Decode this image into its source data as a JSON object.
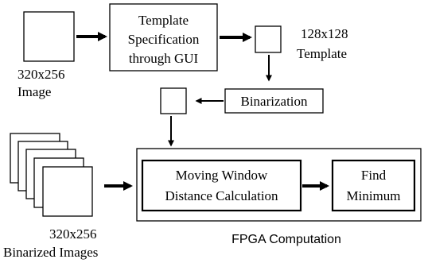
{
  "nodes": {
    "input_image": {
      "line1": "320x256",
      "line2": "Image"
    },
    "template_spec": {
      "line1": "Template",
      "line2": "Specification",
      "line3": "through GUI"
    },
    "template": {
      "line1": "128x128",
      "line2": "Template"
    },
    "binarization": {
      "label": "Binarization"
    },
    "binarized_images": {
      "line1": "320x256",
      "line2": "Binarized Images"
    },
    "moving_window": {
      "line1": "Moving Window",
      "line2": "Distance Calculation"
    },
    "find_minimum": {
      "line1": "Find",
      "line2": "Minimum"
    },
    "fpga": {
      "label": "FPGA Computation"
    }
  },
  "colors": {
    "stroke": "#000000",
    "fill": "#ffffff"
  }
}
